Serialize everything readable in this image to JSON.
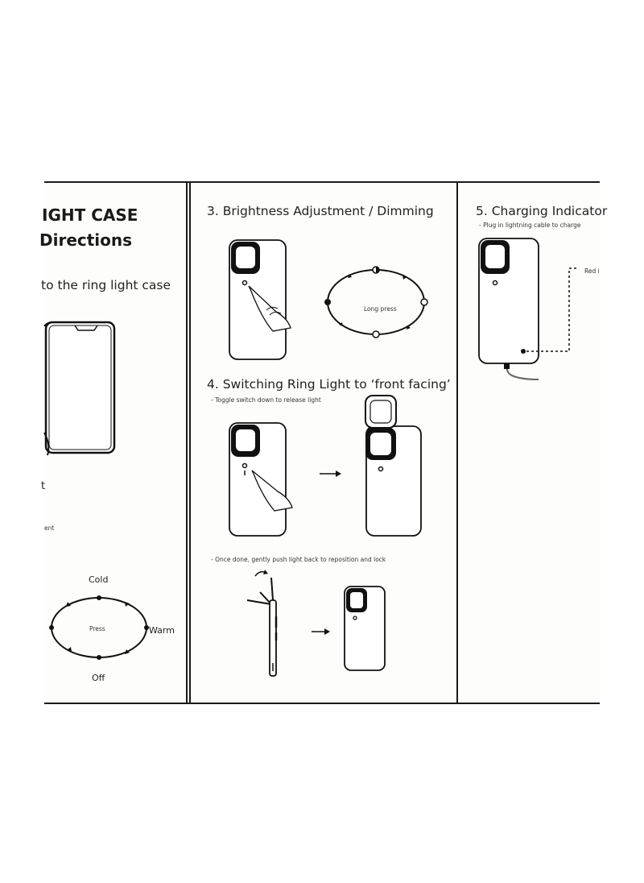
{
  "panel1": {
    "title_line1": "IGHT CASE",
    "title_line2": "Directions",
    "instruction": "to the ring light case",
    "fragment_t": "t",
    "fragment_ent": "ent",
    "dial": {
      "top": "Cold",
      "center": "Press",
      "right": "Warm",
      "bottom": "Off"
    }
  },
  "panel2": {
    "heading3": "3. Brightness Adjustment / Dimming",
    "dial_center": "Long press",
    "heading4": "4. Switching Ring Light to ‘front facing’",
    "note_toggle": "- Toggle switch down to release light",
    "note_done": "- Once done, gently push light back to reposition and lock"
  },
  "panel3": {
    "heading5": "5. Charging Indicator",
    "note_plug": "- Plug in lightning cable to charge",
    "red_label": "Red i"
  },
  "icons": [
    "phone-case-icon",
    "ring-light-icon",
    "finger-hand-icon",
    "arrow-right-icon",
    "cable-icon"
  ]
}
